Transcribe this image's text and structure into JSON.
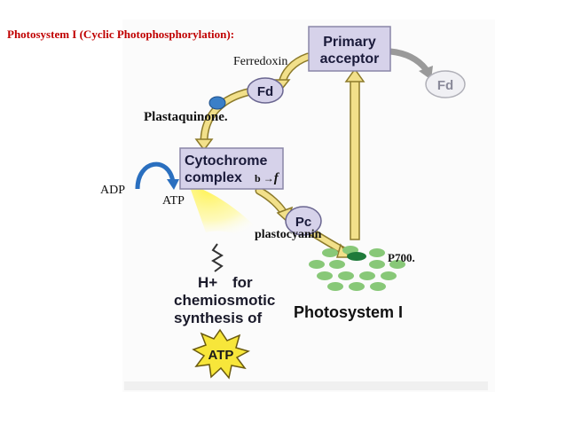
{
  "title": "Photosystem I (Cyclic Photophosphorylation):",
  "boxes": {
    "primary_line1": "Primary",
    "primary_line2": "acceptor",
    "cyto_line1": "Cytochrome",
    "cyto_line2": "complex"
  },
  "nodes": {
    "fd": "Fd",
    "fd_faded": "Fd",
    "pc": "Pc",
    "atp_star": "ATP"
  },
  "labels": {
    "ferredoxin": "Ferredoxin",
    "plastoquinone": "Plastaquinone.",
    "b_to_f_b": "b",
    "b_to_f_arrow": "→",
    "b_to_f_f": "f",
    "adp": "ADP",
    "atp": "ATP",
    "plastocyanin": "plastocyanin",
    "p700": "P700.",
    "photosystem": "Photosystem I",
    "hplus_1": "H+",
    "hplus_2": "for",
    "chemio_1": "chemiosmotic",
    "chemio_2": "synthesis of"
  },
  "colors": {
    "title": "#c00000",
    "box_fill": "#d6d2ea",
    "box_stroke": "#8a86a8",
    "arrow_fill": "#f2e08a",
    "arrow_stroke": "#8c7a2a",
    "ps_green": "#88c878",
    "p700_dark": "#1f7a3a",
    "glow": "#fff35a",
    "pq_dot": "#3a7fc8",
    "adp_arrow": "#2a6fbf"
  }
}
